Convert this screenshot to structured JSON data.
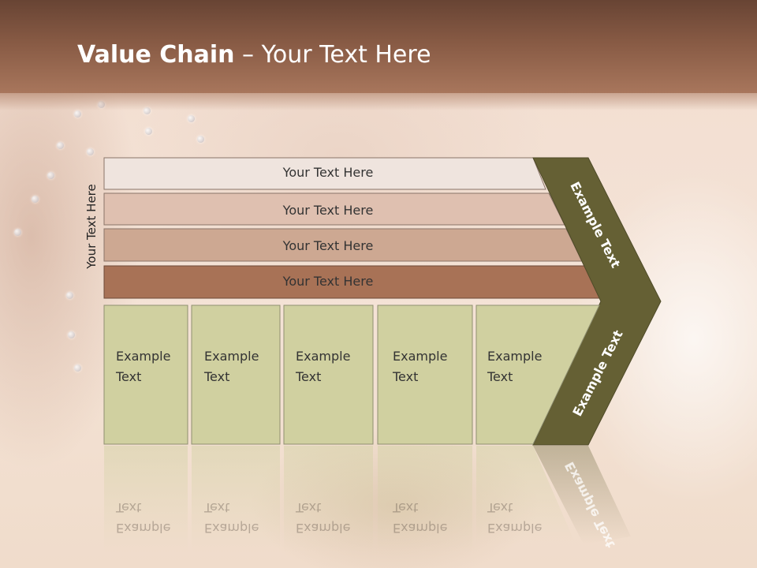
{
  "title": {
    "bold": "Value Chain",
    "rest": " – Your Text Here"
  },
  "side_label": "Your Text Here",
  "bars": [
    {
      "label": "Your Text Here",
      "color": "#efe4de"
    },
    {
      "label": "Your Text Here",
      "color": "#dfc0b0"
    },
    {
      "label": "Your Text Here",
      "color": "#cda892"
    },
    {
      "label": "Your Text Here",
      "color": "#a87256"
    }
  ],
  "boxes": [
    {
      "line1": "Example",
      "line2": "Text"
    },
    {
      "line1": "Example",
      "line2": "Text"
    },
    {
      "line1": "Example",
      "line2": "Text"
    },
    {
      "line1": "Example",
      "line2": "Text"
    },
    {
      "line1": "Example",
      "line2": "Text"
    }
  ],
  "arrow": {
    "top_label": "Example Text",
    "bottom_label": "Example Text",
    "color": "#656034"
  },
  "box_color": "#d0d0a0"
}
